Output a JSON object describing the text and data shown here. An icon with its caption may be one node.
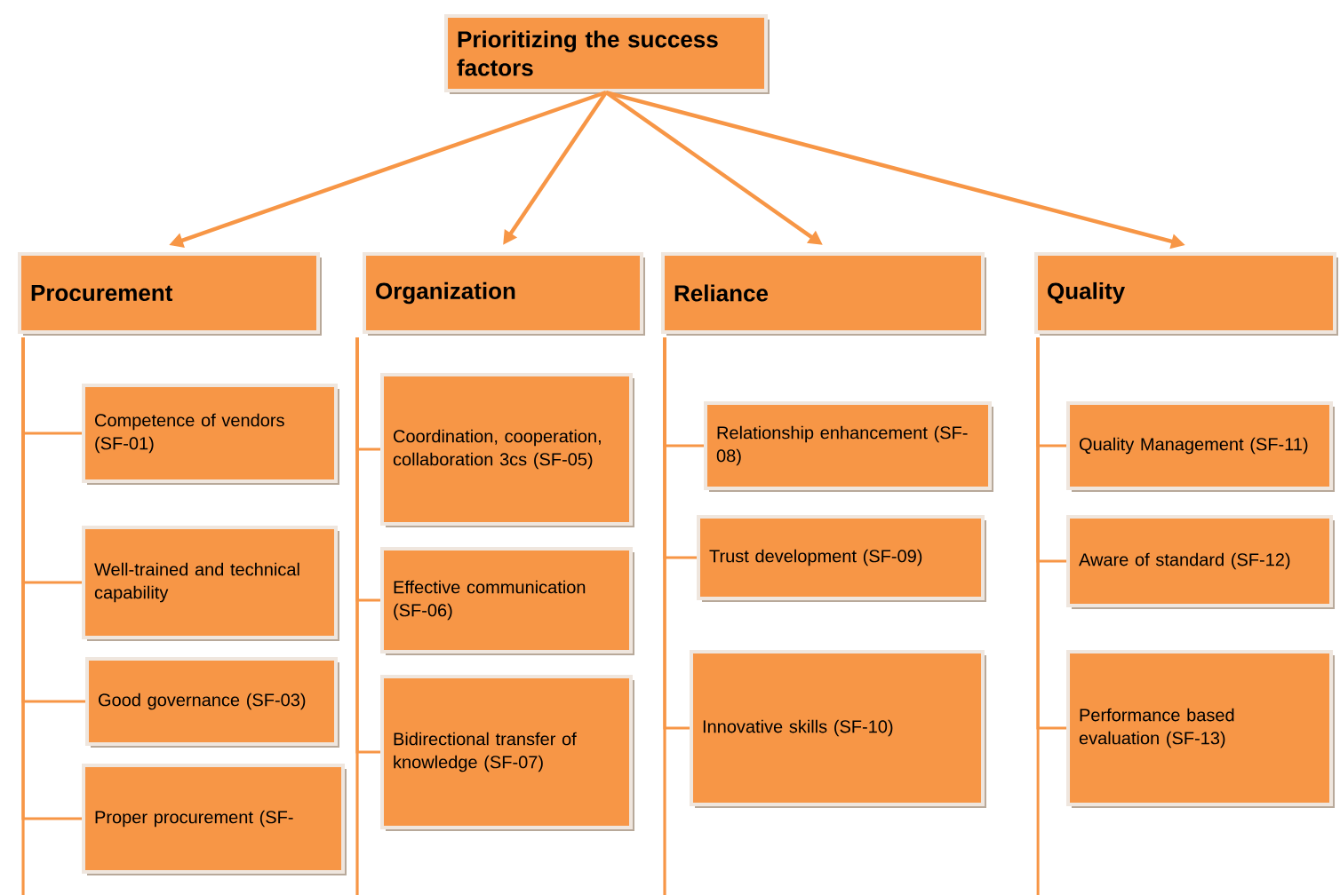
{
  "diagram": {
    "nodes": [
      {
        "text": [
          "Prioritizing the success factors"
        ]
      },
      {
        "text": [
          "Procurement"
        ]
      },
      {
        "text": [
          "Organization"
        ]
      },
      {
        "text": [
          "Reliance"
        ]
      },
      {
        "text": [
          "Quality"
        ]
      },
      {
        "text": [
          "Competence of vendors (SF-01)"
        ]
      },
      {
        "text": [
          "Well-trained and technical capability"
        ]
      },
      {
        "text": [
          "Good governance (SF-03)"
        ]
      },
      {
        "text": [
          "Proper procurement (SF-"
        ]
      },
      {
        "text": [
          "Coordination, cooperation, collaboration 3cs (SF-05)"
        ]
      },
      {
        "text": [
          "Effective communication (SF-06)"
        ]
      },
      {
        "text": [
          "Bidirectional transfer of knowledge (SF-07)"
        ]
      },
      {
        "text": [
          "Relationship enhancement (SF-08)"
        ]
      },
      {
        "text": [
          "Trust development (SF-09)"
        ]
      },
      {
        "text": [
          "Innovative skills (SF-10)"
        ]
      },
      {
        "text": [
          "Quality Management (SF-11)"
        ]
      },
      {
        "text": [
          "Aware of standard (SF-12)"
        ]
      },
      {
        "text": [
          "Performance based evaluation (SF-13)"
        ]
      }
    ],
    "edges": [
      {
        "from": 0,
        "to": 1,
        "arrow": "to"
      },
      {
        "from": 0,
        "to": 2,
        "arrow": "to"
      },
      {
        "from": 0,
        "to": 3,
        "arrow": "to"
      },
      {
        "from": 0,
        "to": 4,
        "arrow": "to"
      },
      {
        "from": 1,
        "to": 5,
        "arrow": "none"
      },
      {
        "from": 1,
        "to": 6,
        "arrow": "none"
      },
      {
        "from": 1,
        "to": 7,
        "arrow": "none"
      },
      {
        "from": 1,
        "to": 8,
        "arrow": "none"
      },
      {
        "from": 2,
        "to": 9,
        "arrow": "none"
      },
      {
        "from": 2,
        "to": 10,
        "arrow": "none"
      },
      {
        "from": 2,
        "to": 11,
        "arrow": "none"
      },
      {
        "from": 3,
        "to": 12,
        "arrow": "none"
      },
      {
        "from": 3,
        "to": 13,
        "arrow": "none"
      },
      {
        "from": 3,
        "to": 14,
        "arrow": "none"
      },
      {
        "from": 4,
        "to": 15,
        "arrow": "none"
      },
      {
        "from": 4,
        "to": 16,
        "arrow": "none"
      },
      {
        "from": 4,
        "to": 17,
        "arrow": "none"
      }
    ]
  }
}
